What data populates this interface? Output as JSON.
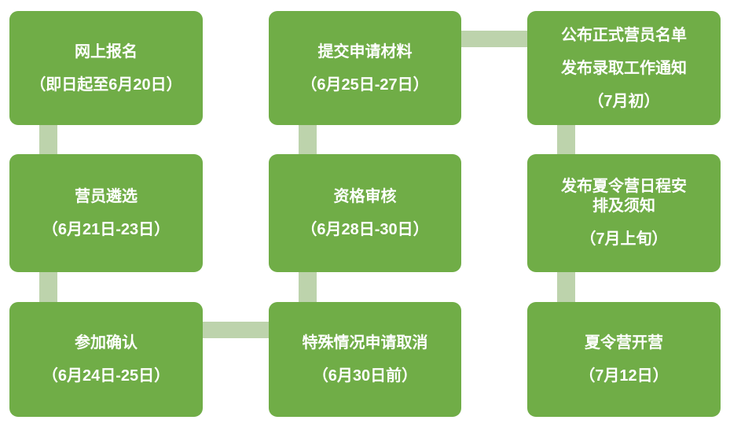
{
  "colors": {
    "box_green": "#70AD47",
    "connector_green": "#BDD3AC",
    "text": "#FFFFFF",
    "background": "#FFFFFF"
  },
  "boxes": [
    {
      "id": "online-registration",
      "lines": [
        "网上报名",
        "（即日起至6月20日）"
      ]
    },
    {
      "id": "camper-selection",
      "lines": [
        "营员遴选",
        "（6月21日-23日）"
      ]
    },
    {
      "id": "participation-confirmation",
      "lines": [
        "参加确认",
        "（6月24日-25日）"
      ]
    },
    {
      "id": "submit-application-materials",
      "lines": [
        "提交申请材料",
        "（6月25日-27日）"
      ]
    },
    {
      "id": "qualification-review",
      "lines": [
        "资格审核",
        "（6月28日-30日）"
      ]
    },
    {
      "id": "special-case-cancellation",
      "lines": [
        "特殊情况申请取消",
        "（6月30日前）"
      ]
    },
    {
      "id": "announce-admission",
      "lines": [
        "公布正式营员名单",
        "发布录取工作通知",
        "（7月初）"
      ]
    },
    {
      "id": "publish-schedule",
      "lines": [
        "发布夏令营日程安排及须知",
        "（7月上旬）"
      ]
    },
    {
      "id": "camp-opening",
      "lines": [
        "夏令营开营",
        "（7月12日）"
      ]
    }
  ]
}
